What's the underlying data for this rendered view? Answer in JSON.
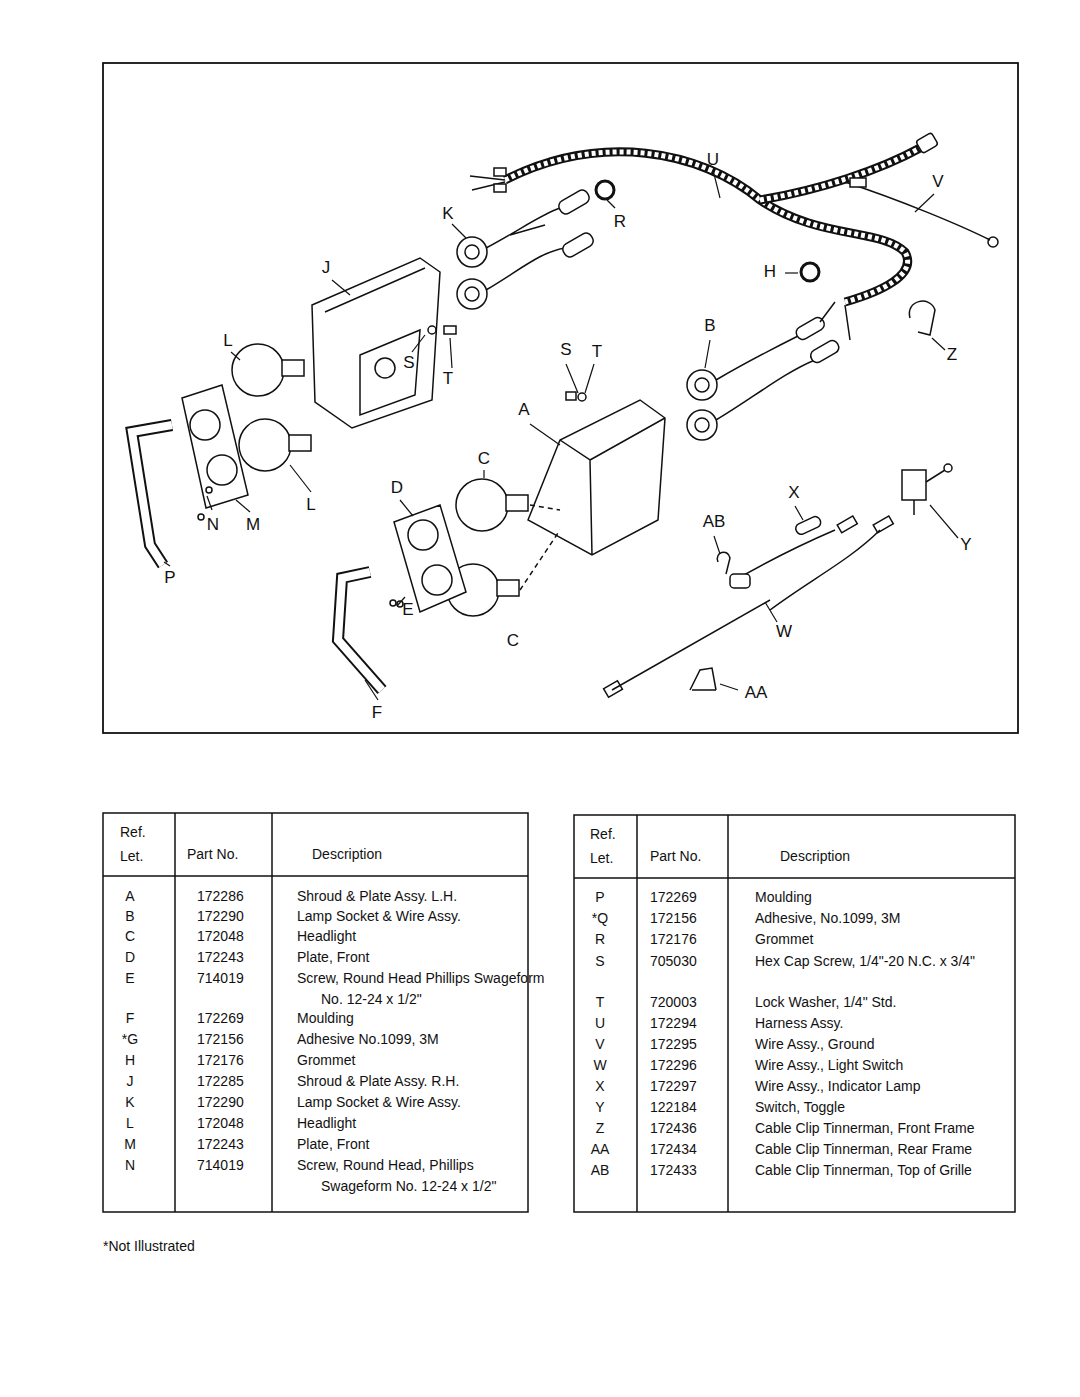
{
  "diagram": {
    "labels": [
      "U",
      "K",
      "R",
      "V",
      "J",
      "H",
      "L",
      "B",
      "S",
      "T",
      "S",
      "T",
      "Z",
      "A",
      "C",
      "L",
      "D",
      "X",
      "AB",
      "Y",
      "N",
      "M",
      "P",
      "E",
      "C",
      "W",
      "F",
      "AA",
      "Ref. Let.",
      "Part No.",
      "Description",
      "A",
      "172286",
      "Shroud & Plate Assy. L.H.",
      "B",
      "172290",
      "Lamp Socket & Wire Assy.",
      "C",
      "172048",
      "Headlight",
      "D",
      "172243",
      "Plate, Front",
      "E",
      "714019",
      "Screw, Round Head Phillips Swageform No. 12-24 x 1/2\"",
      "F",
      "172269",
      "Moulding",
      "*G",
      "172156",
      "Adhesive No.1099, 3M",
      "H",
      "172176",
      "Grommet",
      "J",
      "172285",
      "Shroud & Plate Assy. R.H.",
      "K",
      "172290",
      "Lamp Socket & Wire Assy.",
      "L",
      "172048",
      "Headlight",
      "M",
      "172243",
      "Plate, Front",
      "N",
      "714019",
      "Screw, Round Head, Phillips Swageform No. 12-24 x 1/2\"",
      "Ref. Let.",
      "Part No.",
      "Description",
      "P",
      "172269",
      "Moulding",
      "*Q",
      "172156",
      "Adhesive, No.1099, 3M",
      "R",
      "172176",
      "Grommet",
      "S",
      "705030",
      "Hex Cap Screw, 1/4\"-20 N.C. x 3/4\"",
      "T",
      "720003",
      "Lock Washer, 1/4\" Std.",
      "U",
      "172294",
      "Harness Assy.",
      "V",
      "172295",
      "Wire Assy., Ground",
      "W",
      "172296",
      "Wire Assy., Light Switch",
      "X",
      "172297",
      "Wire Assy., Indicator Lamp",
      "Y",
      "122184",
      "Switch, Toggle",
      "Z",
      "172436",
      "Cable Clip Tinnerman, Front Frame",
      "AA",
      "172434",
      "Cable Clip Tinnerman, Rear Frame",
      "AB",
      "172433",
      "Cable Clip Tinnerman, Top of Grille",
      "*Not Illustrated"
    ]
  }
}
